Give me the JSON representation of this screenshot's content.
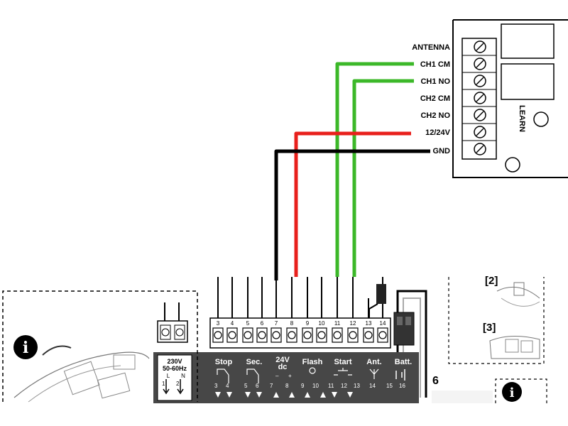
{
  "receiver": {
    "terminals": [
      "ANTENNA",
      "CH1 CM",
      "CH1 NO",
      "CH2 CM",
      "CH2 NO",
      "12/24V",
      "GND"
    ],
    "learn_label": "LEARN"
  },
  "terminal_block": {
    "numbers": [
      "3",
      "4",
      "5",
      "6",
      "7",
      "8",
      "9",
      "10",
      "11",
      "12",
      "13",
      "14"
    ]
  },
  "power_block": {
    "voltage": "230V",
    "frequency": "50-60Hz",
    "l_label": "L",
    "n_label": "N",
    "num_1": "1",
    "num_2": "2"
  },
  "panel": {
    "groups": [
      {
        "label": "Stop",
        "a": "3",
        "b": "4"
      },
      {
        "label": "Sec.",
        "a": "5",
        "b": "6"
      },
      {
        "label": "24V",
        "sub": "dc",
        "a": "7",
        "b": "8"
      },
      {
        "label": "Flash",
        "a": "9",
        "b": "10"
      },
      {
        "label": "Start",
        "a": "11",
        "b": "12",
        "c": "13"
      },
      {
        "label": "Ant.",
        "a": "14",
        "b": "15"
      },
      {
        "label": "Batt.",
        "a": "16"
      }
    ]
  },
  "side_refs": {
    "ref2": "[2]",
    "ref3": "[3]",
    "step": "6"
  },
  "colors": {
    "wire_green": "#3cb829",
    "wire_red": "#e8201c",
    "wire_black": "#000000",
    "panel_bg": "#474747"
  },
  "icons": [
    "info-icon",
    "info-icon"
  ]
}
